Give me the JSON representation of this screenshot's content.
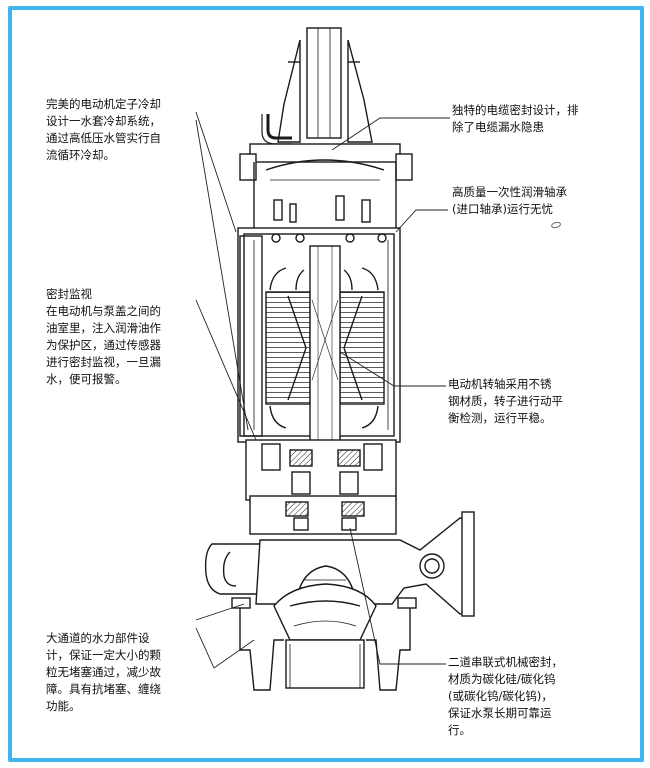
{
  "annotations": {
    "stator_cooling": [
      "完美的电动机定子冷却",
      "设计一水套冷却系统，",
      "通过高低压水管实行自",
      "流循环冷却。"
    ],
    "cable_seal": [
      "独特的电缆密封设计，排",
      "除了电缆漏水隐患"
    ],
    "bearing": [
      "高质量一次性润滑轴承",
      "(进口轴承)运行无忧"
    ],
    "seal_monitor": [
      "密封监视",
      "在电动机与泵盖之间的",
      "油室里，注入润滑油作",
      "为保护区，通过传感器",
      "进行密封监视，一旦漏",
      "水，便可报警。"
    ],
    "shaft": [
      "电动机转轴采用不锈",
      "钢材质，转子进行动平",
      "衡检测，运行平稳。"
    ],
    "hydraulic": [
      "大通道的水力部件设",
      "计，保证一定大小的颗",
      "粒无堵塞通过，减少故",
      "障。具有抗堵塞、缠绕",
      "功能。"
    ],
    "mech_seal": [
      "二道串联式机械密封，",
      "材质为碳化硅/碳化钨",
      "(或碳化钨/碳化钨)，",
      "保证水泵长期可靠运",
      "行。"
    ]
  },
  "colors": {
    "frame_border": "#3fb4ee",
    "line_art": "#1a1a1a"
  }
}
